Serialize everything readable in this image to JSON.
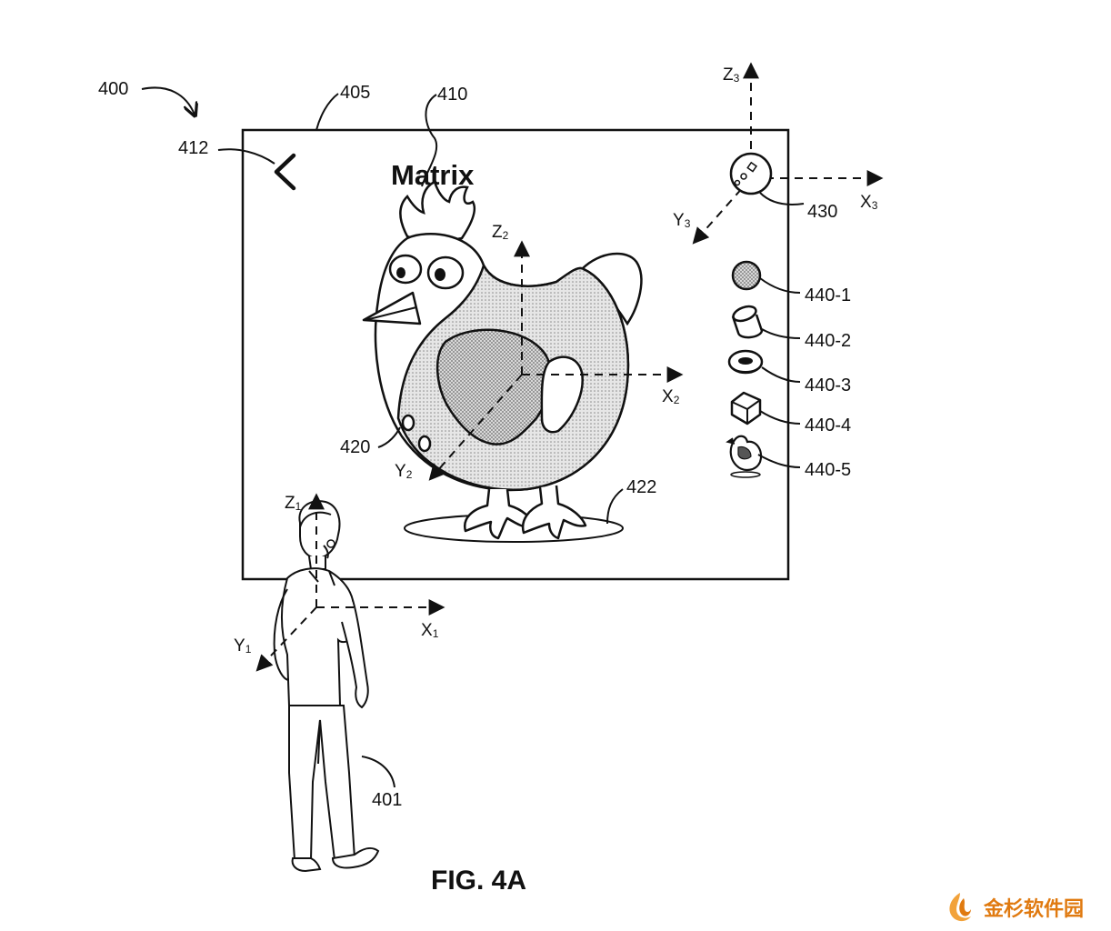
{
  "figure": {
    "caption": "FIG. 4A",
    "refs": {
      "system": "400",
      "display": "405",
      "title_ref": "410",
      "back_ref": "412",
      "object_ref": "420",
      "shadow_ref": "422",
      "gizmo_ref": "430",
      "user_ref": "401",
      "thumbs": [
        "440-1",
        "440-2",
        "440-3",
        "440-4",
        "440-5"
      ]
    },
    "axes": {
      "z1": "Z",
      "z1_sub": "1",
      "x1": "X",
      "x1_sub": "1",
      "y1": "Y",
      "y1_sub": "1",
      "z2": "Z",
      "z2_sub": "2",
      "x2": "X",
      "x2_sub": "2",
      "y2": "Y",
      "y2_sub": "2",
      "z3": "Z",
      "z3_sub": "3",
      "x3": "X",
      "x3_sub": "3",
      "y3": "Y",
      "y3_sub": "3"
    }
  },
  "screen": {
    "title": "Matrix",
    "back_icon": "chevron-left-icon"
  },
  "thumbnail_icons": [
    "sphere-icon",
    "cylinder-icon",
    "torus-icon",
    "cube-icon",
    "chicken-icon"
  ],
  "watermark": {
    "text": "金杉软件园",
    "icon": "flame-logo-icon",
    "color": "#e07a10"
  }
}
